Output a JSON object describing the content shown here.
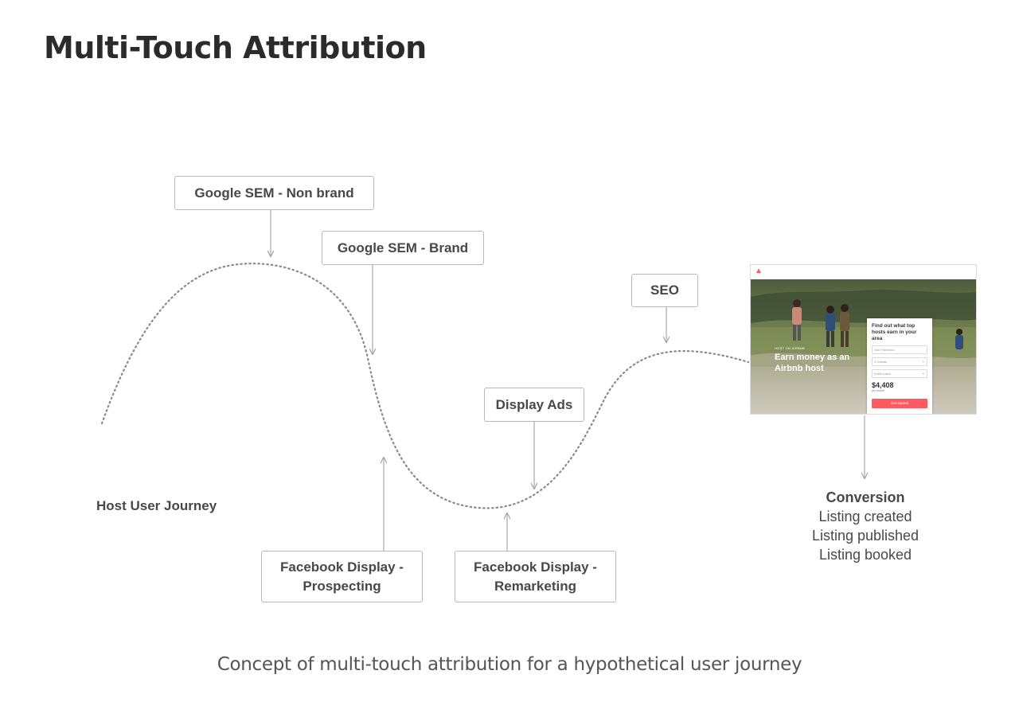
{
  "title": "Multi-Touch Attribution",
  "journey_label": "Host User Journey",
  "touchpoints_above": [
    {
      "label": "Google SEM - Non brand"
    },
    {
      "label": "Google SEM - Brand"
    },
    {
      "label": "SEO"
    },
    {
      "label": "Display Ads"
    }
  ],
  "touchpoints_below": [
    {
      "line1": "Facebook Display -",
      "line2": "Prospecting"
    },
    {
      "line1": "Facebook Display -",
      "line2": "Remarketing"
    }
  ],
  "conversion": {
    "heading": "Conversion",
    "items": [
      "Listing created",
      "Listing published",
      "Listing booked"
    ]
  },
  "screenshot": {
    "small_label": "HOST ON AIRBNB",
    "headline": "Earn money as an Airbnb host",
    "card_title": "Find out what top hosts earn in your area",
    "field_city": "San Francisco",
    "field_guests": "4 Guests",
    "field_place": "Entire place",
    "price": "$4,408",
    "per": "per month",
    "cta": "Get started"
  },
  "caption": "Concept of multi-touch attribution for a hypothetical user journey",
  "colors": {
    "curve": "#8a8a8a",
    "arrow": "#a8a8a8",
    "box_border": "#b8b8b8",
    "text": "#484848",
    "brand": "#ff5a5f"
  }
}
